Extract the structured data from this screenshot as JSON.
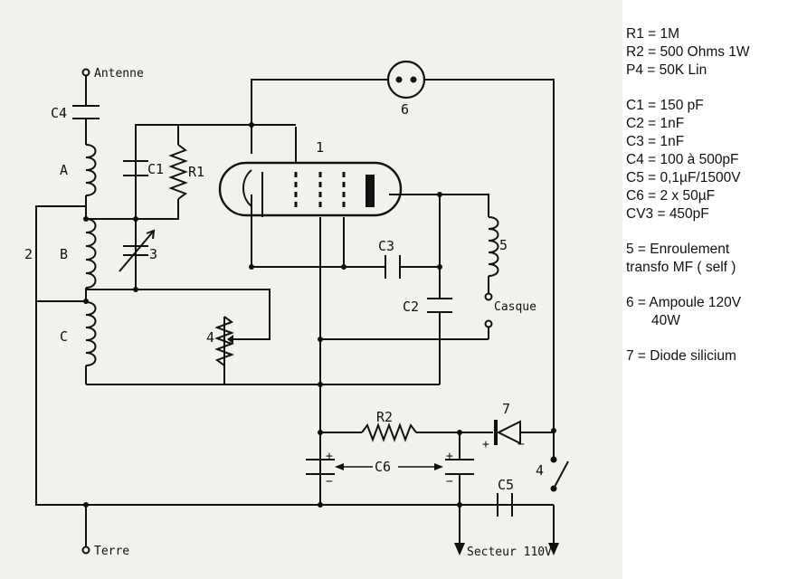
{
  "labels": {
    "antenne": "Antenne",
    "terre": "Terre",
    "casque": "Casque",
    "secteur": "Secteur 110V",
    "c4": "C4",
    "c1": "C1",
    "r1": "R1",
    "c3": "C3",
    "c2": "C2",
    "c6": "C6",
    "c5": "C5",
    "r2": "R2",
    "coil_a": "A",
    "coil_b": "B",
    "coil_c": "C",
    "n1": "1",
    "n2": "2",
    "n3": "3",
    "n4_pot": "4",
    "n4_switch": "4",
    "n5": "5",
    "n6": "6",
    "n7": "7",
    "plus": "+",
    "minus": "−"
  },
  "legend": {
    "r1": "R1 = 1M",
    "r2": "R2 = 500 Ohms 1W",
    "p4": "P4 = 50K Lin",
    "c1": "C1 = 150 pF",
    "c2": "C2 = 1nF",
    "c3": "C3 = 1nF",
    "c4": "C4 = 100 à 500pF",
    "c5": "C5 = 0,1µF/1500V",
    "c6": "C6 = 2 x 50µF",
    "cv3": "CV3 = 450pF",
    "n5_line1": "5 = Enroulement",
    "n5_line2": "transfo MF ( self )",
    "n6_line1": "6 = Ampoule 120V",
    "n6_line2": "40W",
    "n7": "7 = Diode silicium"
  }
}
